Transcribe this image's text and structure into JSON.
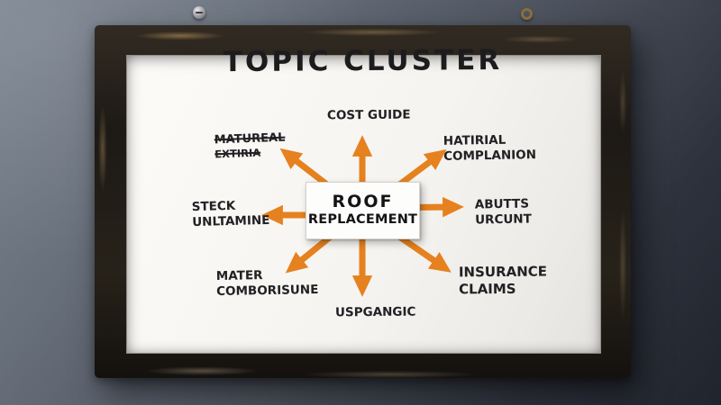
{
  "scene": {
    "wall_color_light": "#7b8490",
    "wall_color_dark": "#20242d",
    "frame_color": "#241f19",
    "board_color": "#f6f4f0",
    "arrow_color": "#e6811f",
    "icons": {
      "left_hanger": "screw-head",
      "right_hanger": "ring-hanger"
    }
  },
  "title": "TOPIC CLUSTER",
  "center": {
    "lines": [
      "ROOF",
      "REPLACEMENT"
    ]
  },
  "nodes": {
    "top": {
      "lines": [
        "COST GUIDE",
        ""
      ]
    },
    "top_left": {
      "lines": [
        "MATUREAL",
        "EXTIRIA"
      ]
    },
    "top_right": {
      "lines": [
        "HATIRIAL",
        "COMPLANION"
      ]
    },
    "left": {
      "lines": [
        "STECK",
        "UNLTAMINE"
      ]
    },
    "right": {
      "lines": [
        "ABUTTS",
        "URCUNT"
      ]
    },
    "bottom_left": {
      "lines": [
        "MATER",
        "COMBORISUNE"
      ]
    },
    "bottom_right": {
      "lines": [
        "INSURANCE",
        "CLAIMS"
      ]
    },
    "bottom": {
      "lines": [
        "USPGANGIC",
        ""
      ]
    }
  }
}
